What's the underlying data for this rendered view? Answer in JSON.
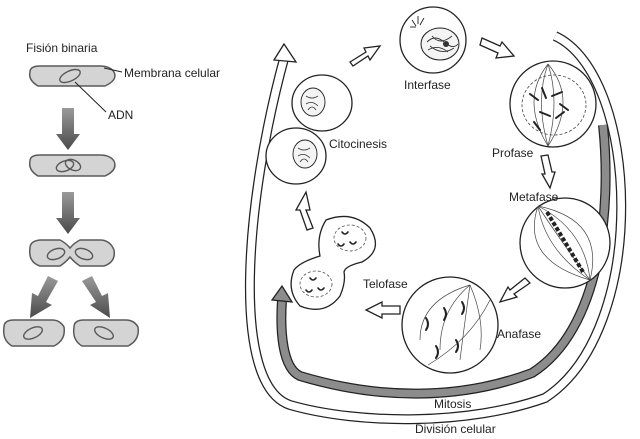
{
  "binary_fission": {
    "title": "Fisión binaria",
    "label_membrane": "Membrana celular",
    "label_dna": "ADN"
  },
  "cell_cycle": {
    "stages": {
      "interphase": "Interfase",
      "prophase": "Profase",
      "metaphase": "Metafase",
      "anaphase": "Anafase",
      "telophase": "Telofase",
      "cytokinesis": "Citocinesis"
    },
    "mitosis_label": "Mitosis",
    "cell_division_label": "División celular"
  },
  "colors": {
    "cell_fill": "#d4d4d4",
    "cell_stroke": "#5a5a5a",
    "arrow_fill": "#5c5c5c",
    "mitosis_band": "#8c8c8c",
    "outline": "#222222"
  }
}
